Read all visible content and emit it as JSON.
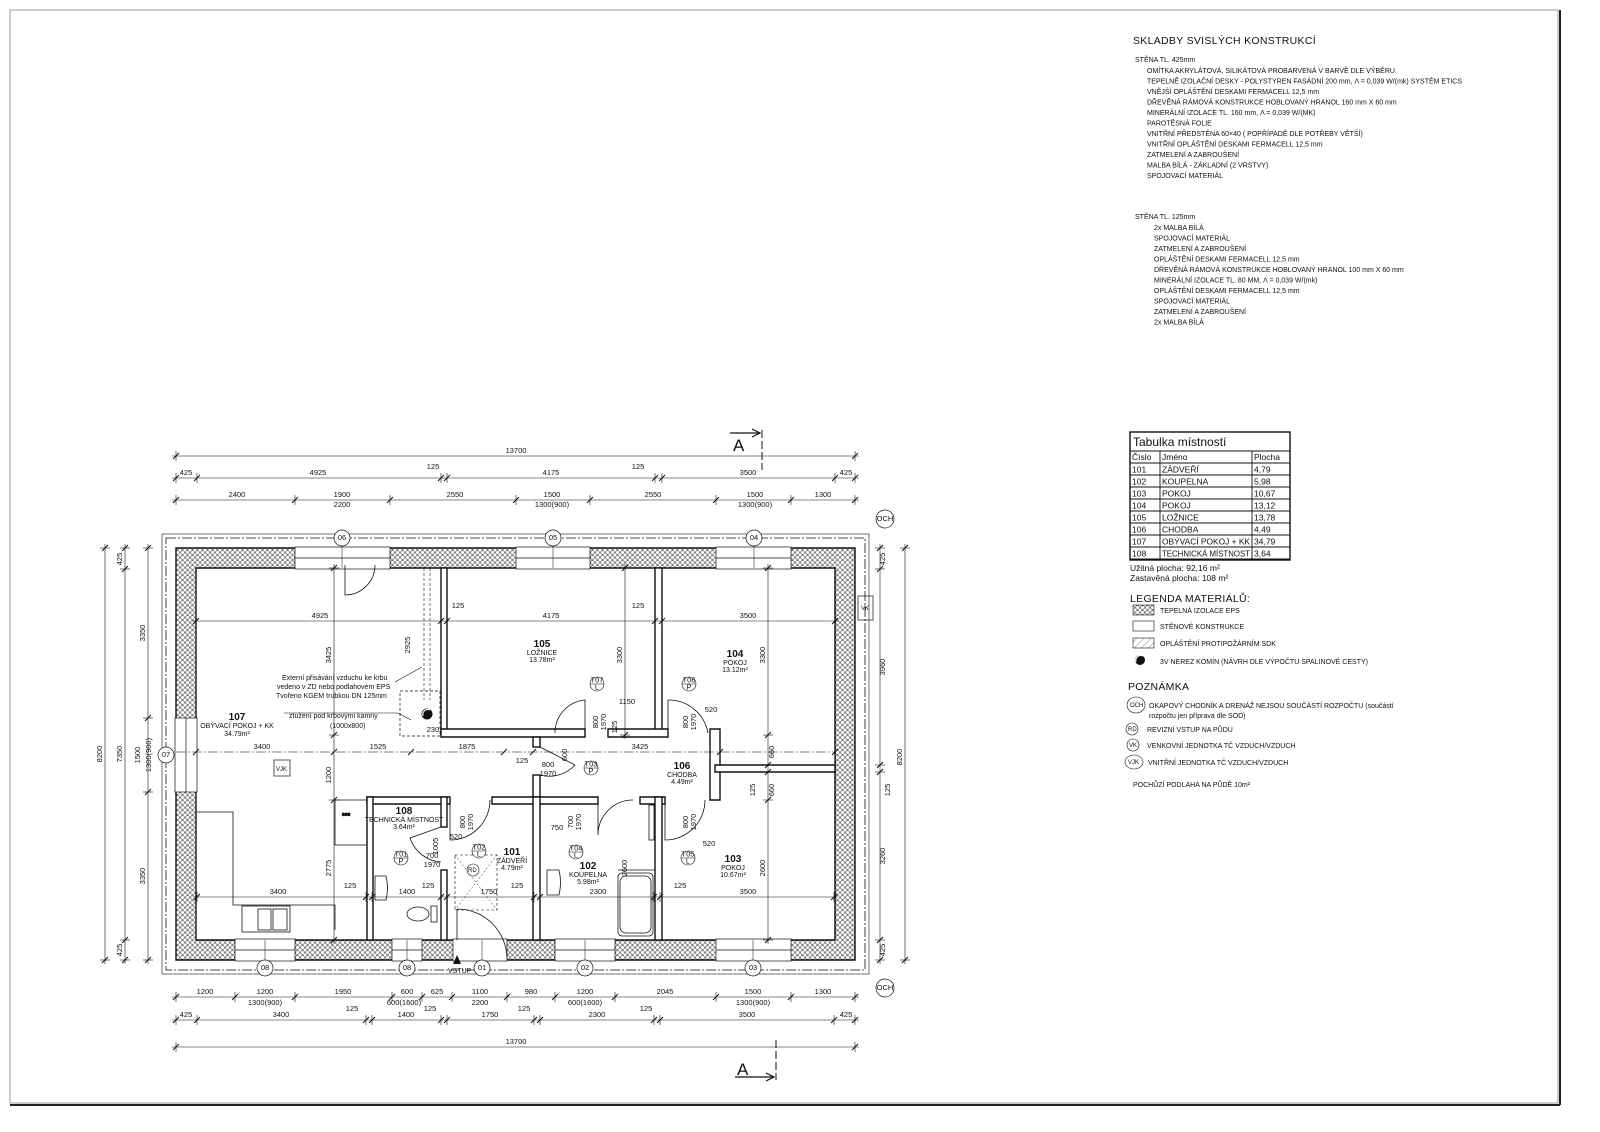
{
  "colors": {
    "ink": "#111111",
    "background": "#ffffff",
    "hatch": "#333333"
  },
  "compositions": {
    "title": "SKLADBY SVISLÝCH KONSTRUKCÍ",
    "wall_425": {
      "heading": "STĚNA TL. 425mm",
      "layers": [
        "OMÍTKA AKRYLÁTOVÁ, SILIKÁTOVÁ PROBARVENÁ V BARVĚ DLE VÝBĚRU",
        "TEPELNĚ IZOLAČNÍ DESKY - POLYSTYREN FASÁDNÍ 200 mm, Λ = 0,039 W/(mk) SYSTÉM ETICS",
        "VNĚJŠÍ OPLÁŠTĚNÍ DESKAMI FERMACELL 12,5 mm",
        "DŘEVĚNÁ RÁMOVÁ KONSTRUKCE HOBLOVANÝ HRANOL 160 mm X 60 mm",
        "MINERÁLNÍ IZOLACE TL. 160 mm, Λ = 0,039 W/(MK)",
        "PAROTĚSNÁ FOLIE",
        "VNITŘNÍ PŘEDSTĚNA 60×40 ( POPŘÍPADĚ DLE POTŘEBY VĚTŠÍ)",
        "VNITŘNÍ OPLÁŠTĚNÍ DESKAMI FERMACELL 12,5 mm",
        "ZATMELENÍ A ZABROUŠENÍ",
        "MALBA BÍLÁ - ZÁKLADNÍ (2 VRSTVY)",
        "SPOJOVACÍ MATERIÁL"
      ]
    },
    "wall_125": {
      "heading": "STĚNA TL. 125mm",
      "layers": [
        "2x MALBA BÍLÁ",
        "SPOJOVACÍ MATERIÁL",
        "ZATMELENÍ A ZABROUŠENÍ",
        "OPLÁŠTĚNÍ DESKAMI FERMACELL 12,5 mm",
        "DŘEVĚNÁ RÁMOVÁ KONSTRUKCE HOBLOVANÝ HRANOL 100 mm X 60 mm",
        "MINERÁLNÍ IZOLACE TL. 80 MM, Λ = 0,039 W/(mk)",
        "OPLÁŠTĚNÍ DESKAMI FERMACELL 12,5 mm",
        "SPOJOVACÍ MATERIÁL",
        "ZATMELENÍ A ZABROUŠENÍ",
        "2x MALBA BÍLÁ"
      ]
    }
  },
  "room_table": {
    "title": "Tabulka místností",
    "headers": [
      "Číslo",
      "Jméno",
      "Plocha"
    ],
    "rows": [
      [
        "101",
        "ZÁDVEŘÍ",
        "4,79"
      ],
      [
        "102",
        "KOUPELNA",
        "5,98"
      ],
      [
        "103",
        "POKOJ",
        "10,67"
      ],
      [
        "104",
        "POKOJ",
        "13,12"
      ],
      [
        "105",
        "LOŽNICE",
        "13,78"
      ],
      [
        "106",
        "CHODBA",
        "4,49"
      ],
      [
        "107",
        "OBÝVACÍ POKOJ + KK",
        "34,79"
      ],
      [
        "108",
        "TECHNICKÁ MÍSTNOST",
        "3,64"
      ]
    ],
    "usable_area": "Užitná plocha:  92,16 m²",
    "built_area": "Zastavěná plocha:  108 m²"
  },
  "legend": {
    "title": "LEGENDA MATERIÁLŮ:",
    "items": [
      "TEPELNÁ IZOLACE EPS",
      "STĚNOVÉ KONSTRUKCE",
      "OPLÁŠTĚNÍ PROTIPOŽÁRNÍM SDK",
      "3V NEREZ KOMÍN (NÁVRH DLE VÝPOČTU SPALINOVÉ CESTY)"
    ]
  },
  "notes": {
    "title": "POZNÁMKA",
    "items": [
      {
        "tag": "OCH",
        "text": "OKAPOVÝ CHODNÍK A DRENÁŽ NEJSOU SOUČÁSTÍ ROZPOČTU (součástí",
        "text2": "rozpočtu jen příprava dle SOD)"
      },
      {
        "tag": "RD",
        "text": "REVIZNÍ VSTUP NA PŮDU"
      },
      {
        "tag": "VK",
        "text": "VENKOVNÍ JEDNOTKA TČ VZDUCH/VZDUCH"
      },
      {
        "tag": "VJK",
        "text": "VNITŘNÍ JEDNOTKA TČ VZDUCH/VZDUCH"
      }
    ],
    "attic": "POCHŮZÍ PODLAHA NA PŮDĚ 10m²"
  },
  "plan": {
    "section_mark": "A",
    "entrance": "VSTUP",
    "rooms": [
      {
        "num": "107",
        "name": "OBÝVACÍ POKOJ + KK",
        "area": "34.79m²"
      },
      {
        "num": "105",
        "name": "LOŽNICE",
        "area": "13.78m²"
      },
      {
        "num": "104",
        "name": "POKOJ",
        "area": "13.12m²"
      },
      {
        "num": "106",
        "name": "CHODBA",
        "area": "4.49m²"
      },
      {
        "num": "108",
        "name": "TECHNICKÁ MÍSTNOST",
        "area": "3.64m²"
      },
      {
        "num": "101",
        "name": "ZÁDVEŘÍ",
        "area": "4.79m²"
      },
      {
        "num": "102",
        "name": "KOUPELNA",
        "area": "5.98m²"
      },
      {
        "num": "103",
        "name": "POKOJ",
        "area": "10.67m²"
      }
    ],
    "fireplace_note": [
      "Externí přisávání vzduchu ke krbu",
      "vedeno v ZD nebo podlahovém EPS",
      "Tvořeno  KGEM trubkou DN 125mm"
    ],
    "stiffening_note": [
      "ztužení pod krbovými kamny",
      "(1000x800)"
    ],
    "vjk": "VJK",
    "vk": "VK",
    "rd": "RD",
    "och": "OCH",
    "stars": "***",
    "window_tags": {
      "top": [
        "06",
        "05",
        "04"
      ],
      "bottom": [
        "08",
        "08",
        "01",
        "02",
        "03"
      ],
      "left": "07"
    },
    "door_tags": [
      {
        "id": "T07",
        "side": "L"
      },
      {
        "id": "T06",
        "side": "P"
      },
      {
        "id": "T03",
        "side": "P"
      },
      {
        "id": "T04",
        "side": "L"
      },
      {
        "id": "T05",
        "side": "L"
      },
      {
        "id": "T01",
        "side": "P"
      },
      {
        "id": "T02",
        "side": "L"
      }
    ],
    "door_sizes": [
      {
        "w": "800",
        "h": "1970"
      },
      {
        "w": "800",
        "h": "1970"
      },
      {
        "w": "800",
        "h": "1970"
      },
      {
        "w": "700",
        "h": "1970"
      },
      {
        "w": "800",
        "h": "1970"
      },
      {
        "w": "700",
        "h": "1970"
      },
      {
        "w": "800",
        "h": "1970"
      }
    ]
  },
  "dims": {
    "top_total": "13700",
    "top_walls": [
      "425",
      "4925",
      "125",
      "4175",
      "125",
      "3500",
      "425"
    ],
    "top_openings": [
      "2400",
      "1900",
      "2200",
      "2550",
      "1500",
      "1300(900)",
      "2550",
      "1500",
      "1300(900)",
      "1300"
    ],
    "bottom_openings": [
      "1200",
      "1200",
      "1300(900)",
      "1950",
      "600",
      "600(1600)",
      "625",
      "1100",
      "2200",
      "980",
      "1200",
      "600(1600)",
      "2045",
      "1500",
      "1300(900)",
      "1300"
    ],
    "bottom_walls": [
      "425",
      "3400",
      "125",
      "1400",
      "125",
      "1750",
      "125",
      "2300",
      "125",
      "3500",
      "425"
    ],
    "bottom_total": "13700",
    "left": [
      "8200",
      "7350",
      "425",
      "425",
      "3350",
      "1500",
      "1300(900)",
      "3350"
    ],
    "right": [
      "425",
      "3960",
      "125",
      "3260",
      "425",
      "8200"
    ],
    "interior": {
      "row1": [
        "4925",
        "125",
        "4175",
        "125",
        "3500"
      ],
      "row2": [
        "3400",
        "1525",
        "1875",
        "3425"
      ],
      "row3": [
        "3400",
        "125",
        "1400",
        "125",
        "1750",
        "125",
        "2300",
        "125",
        "3500"
      ],
      "vert": [
        "3425",
        "2925",
        "1200",
        "2775",
        "3300",
        "3300",
        "660",
        "660",
        "2600",
        "2600",
        "125",
        "1005",
        "600",
        "125"
      ],
      "misc": [
        "1150",
        "520",
        "520",
        "750",
        "520",
        "230",
        "125"
      ]
    }
  }
}
